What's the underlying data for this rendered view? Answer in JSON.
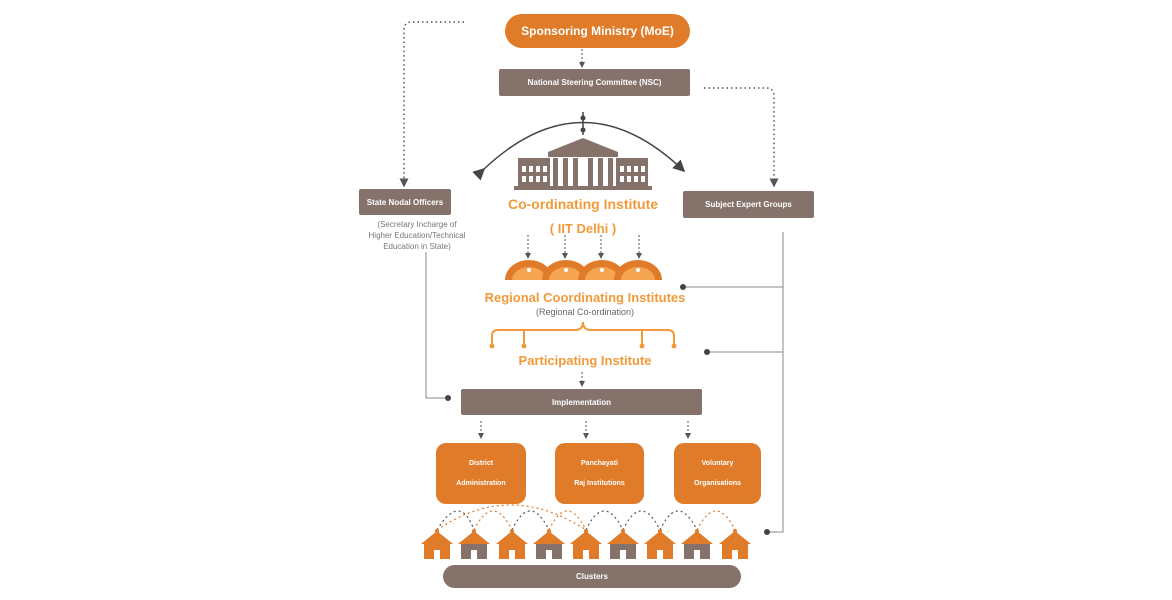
{
  "nodes": {
    "sponsoring_ministry": "Sponsoring Ministry (MoE)",
    "nsc": "National Steering Committee (NSC)",
    "state_nodal_officers": "State Nodal Officers",
    "state_nodal_note_1": "(Secretary Incharge of",
    "state_nodal_note_2": "Higher Education/Technical",
    "state_nodal_note_3": "Education in State)",
    "subject_expert_groups": "Subject Expert Groups",
    "coordinating_institute": "Co-ordinating Institute",
    "iit_delhi": "( IIT Delhi )",
    "regional_institutes": "Regional Coordinating Institutes",
    "regional_note": "(Regional Co-ordination)",
    "participating_institute": "Participating Institute",
    "implementation": "Implementation",
    "clusters": "Clusters"
  },
  "agencies": [
    {
      "line1": "District",
      "line2": "Administration"
    },
    {
      "line1": "Panchayati",
      "line2": "Raj Institutions"
    },
    {
      "line1": "Voluntary",
      "line2": "Organisations"
    }
  ],
  "colors": {
    "orange": "#e07b2a",
    "light_orange": "#f29a3a",
    "gray_brown": "#85726a",
    "connector": "#8a8a8a"
  },
  "icons": [
    "building-icon",
    "regional-institute-icon",
    "house-icon"
  ]
}
